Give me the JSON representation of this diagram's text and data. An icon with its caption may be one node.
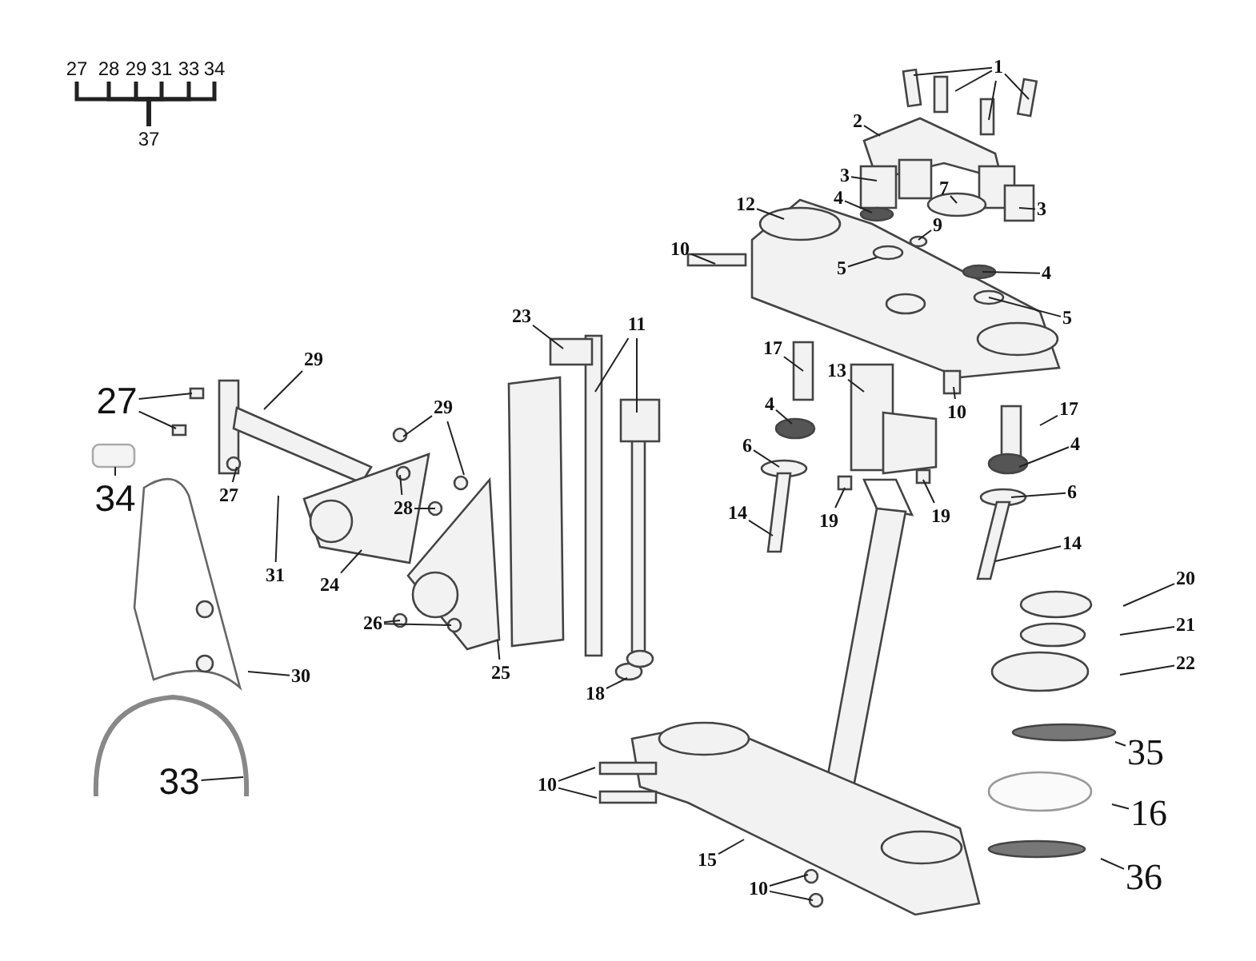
{
  "diagram": {
    "nodes": [
      {
        "text": [
          "27"
        ]
      },
      {
        "text": [
          "28"
        ]
      },
      {
        "text": [
          "29"
        ]
      },
      {
        "text": [
          "31"
        ]
      },
      {
        "text": [
          "33"
        ]
      },
      {
        "text": [
          "34"
        ]
      },
      {
        "text": [
          "1"
        ]
      },
      {
        "text": [
          "2"
        ]
      },
      {
        "text": [
          "37"
        ]
      },
      {
        "text": [
          "3"
        ]
      },
      {
        "text": [
          "7"
        ]
      },
      {
        "text": [
          "12"
        ]
      },
      {
        "text": [
          "3"
        ]
      },
      {
        "text": [
          "4"
        ]
      },
      {
        "text": [
          "5"
        ]
      },
      {
        "text": [
          "9"
        ]
      },
      {
        "text": [
          "10"
        ]
      },
      {
        "text": [
          "4"
        ]
      },
      {
        "text": [
          "23"
        ]
      },
      {
        "text": [
          "5"
        ]
      },
      {
        "text": [
          "11"
        ]
      },
      {
        "text": [
          "17"
        ]
      },
      {
        "text": [
          "29"
        ]
      },
      {
        "text": [
          "13"
        ]
      },
      {
        "text": [
          "27"
        ]
      },
      {
        "text": [
          "4"
        ]
      },
      {
        "text": [
          "29"
        ]
      },
      {
        "text": [
          "10"
        ]
      },
      {
        "text": [
          "17"
        ]
      },
      {
        "text": [
          "4"
        ]
      },
      {
        "text": [
          "6"
        ]
      },
      {
        "text": [
          "27"
        ]
      },
      {
        "text": [
          "28"
        ]
      },
      {
        "text": [
          "34"
        ]
      },
      {
        "text": [
          "6"
        ]
      },
      {
        "text": [
          "14"
        ]
      },
      {
        "text": [
          "19"
        ]
      },
      {
        "text": [
          "19"
        ]
      },
      {
        "text": [
          "14"
        ]
      },
      {
        "text": [
          "31"
        ]
      },
      {
        "text": [
          "20"
        ]
      },
      {
        "text": [
          "24"
        ]
      },
      {
        "text": [
          "26"
        ]
      },
      {
        "text": [
          "21"
        ]
      },
      {
        "text": [
          "22"
        ]
      },
      {
        "text": [
          "25"
        ]
      },
      {
        "text": [
          "30"
        ]
      },
      {
        "text": [
          "18"
        ]
      },
      {
        "text": [
          "35"
        ]
      },
      {
        "text": [
          "33"
        ]
      },
      {
        "text": [
          "10"
        ]
      },
      {
        "text": [
          "16"
        ]
      },
      {
        "text": [
          "15"
        ]
      },
      {
        "text": [
          "36"
        ]
      },
      {
        "text": [
          "10"
        ]
      }
    ],
    "edges": [
      {
        "from": 0,
        "to": 8,
        "arrow": "none",
        "style": "thick"
      },
      {
        "from": 1,
        "to": 8,
        "arrow": "none",
        "style": "thick"
      },
      {
        "from": 2,
        "to": 8,
        "arrow": "none",
        "style": "thick"
      },
      {
        "from": 3,
        "to": 8,
        "arrow": "none",
        "style": "thick"
      },
      {
        "from": 4,
        "to": 8,
        "arrow": "none",
        "style": "thick"
      },
      {
        "from": 5,
        "to": 8,
        "arrow": "none",
        "style": "thick"
      },
      {
        "from": 6,
        "to": null,
        "arrow": "none"
      },
      {
        "from": 6,
        "to": null,
        "arrow": "none"
      },
      {
        "from": 6,
        "to": null,
        "arrow": "none"
      },
      {
        "from": 6,
        "to": null,
        "arrow": "none"
      },
      {
        "from": 7,
        "to": null,
        "arrow": "none"
      },
      {
        "from": 9,
        "to": null,
        "arrow": "none"
      },
      {
        "from": 10,
        "to": null,
        "arrow": "none"
      },
      {
        "from": 11,
        "to": null,
        "arrow": "none"
      },
      {
        "from": 12,
        "to": null,
        "arrow": "none"
      },
      {
        "from": 13,
        "to": null,
        "arrow": "none"
      },
      {
        "from": 14,
        "to": null,
        "arrow": "none"
      },
      {
        "from": 15,
        "to": null,
        "arrow": "none"
      },
      {
        "from": 16,
        "to": null,
        "arrow": "none"
      },
      {
        "from": 17,
        "to": null,
        "arrow": "none"
      },
      {
        "from": 18,
        "to": null,
        "arrow": "none"
      },
      {
        "from": 19,
        "to": null,
        "arrow": "none"
      },
      {
        "from": 20,
        "to": null,
        "arrow": "none"
      },
      {
        "from": 20,
        "to": null,
        "arrow": "none"
      },
      {
        "from": 21,
        "to": null,
        "arrow": "none"
      },
      {
        "from": 22,
        "to": null,
        "arrow": "none"
      },
      {
        "from": 23,
        "to": null,
        "arrow": "none"
      },
      {
        "from": 24,
        "to": null,
        "arrow": "none"
      },
      {
        "from": 24,
        "to": null,
        "arrow": "none"
      },
      {
        "from": 25,
        "to": null,
        "arrow": "none"
      },
      {
        "from": 26,
        "to": null,
        "arrow": "none"
      },
      {
        "from": 26,
        "to": null,
        "arrow": "none"
      },
      {
        "from": 27,
        "to": null,
        "arrow": "none"
      },
      {
        "from": 28,
        "to": null,
        "arrow": "none"
      },
      {
        "from": 29,
        "to": null,
        "arrow": "none"
      },
      {
        "from": 30,
        "to": null,
        "arrow": "none"
      },
      {
        "from": 31,
        "to": null,
        "arrow": "none"
      },
      {
        "from": 32,
        "to": null,
        "arrow": "none"
      },
      {
        "from": 32,
        "to": null,
        "arrow": "none"
      },
      {
        "from": 33,
        "to": null,
        "arrow": "none"
      },
      {
        "from": 34,
        "to": null,
        "arrow": "none"
      },
      {
        "from": 35,
        "to": null,
        "arrow": "none"
      },
      {
        "from": 36,
        "to": null,
        "arrow": "none"
      },
      {
        "from": 37,
        "to": null,
        "arrow": "none"
      },
      {
        "from": 38,
        "to": null,
        "arrow": "none"
      },
      {
        "from": 39,
        "to": null,
        "arrow": "none"
      },
      {
        "from": 40,
        "to": null,
        "arrow": "none"
      },
      {
        "from": 41,
        "to": null,
        "arrow": "none"
      },
      {
        "from": 42,
        "to": null,
        "arrow": "none"
      },
      {
        "from": 42,
        "to": null,
        "arrow": "none"
      },
      {
        "from": 43,
        "to": null,
        "arrow": "none"
      },
      {
        "from": 44,
        "to": null,
        "arrow": "none"
      },
      {
        "from": 45,
        "to": null,
        "arrow": "none"
      },
      {
        "from": 46,
        "to": null,
        "arrow": "none"
      },
      {
        "from": 47,
        "to": null,
        "arrow": "none"
      },
      {
        "from": 48,
        "to": null,
        "arrow": "none"
      },
      {
        "from": 49,
        "to": null,
        "arrow": "none"
      },
      {
        "from": 50,
        "to": null,
        "arrow": "none"
      },
      {
        "from": 50,
        "to": null,
        "arrow": "none"
      },
      {
        "from": 51,
        "to": null,
        "arrow": "none"
      },
      {
        "from": 52,
        "to": null,
        "arrow": "none"
      },
      {
        "from": 53,
        "to": null,
        "arrow": "none"
      },
      {
        "from": 54,
        "to": null,
        "arrow": "none"
      },
      {
        "from": 54,
        "to": null,
        "arrow": "none"
      }
    ]
  }
}
